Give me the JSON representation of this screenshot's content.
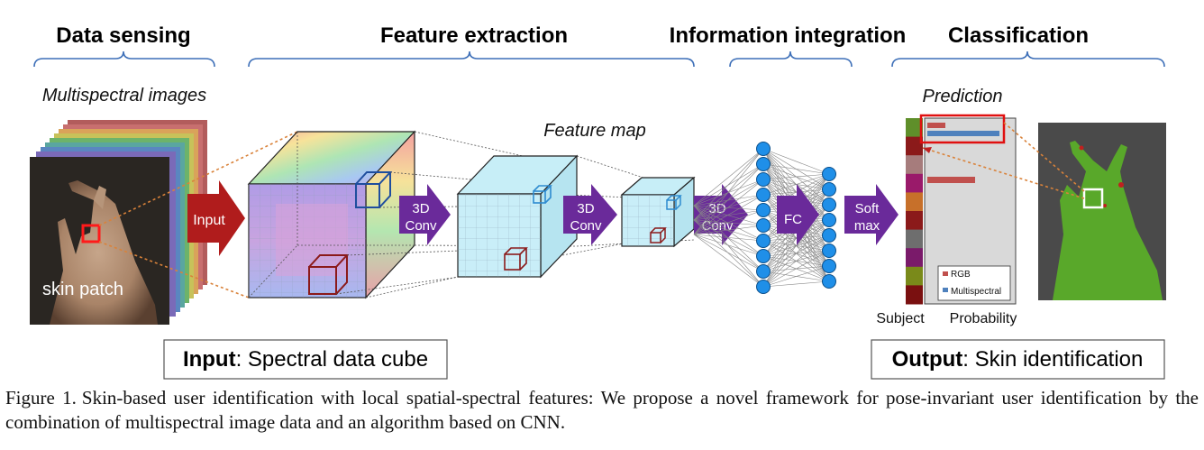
{
  "stages": {
    "data_sensing": "Data sensing",
    "feature_extraction": "Feature extraction",
    "information_integration": "Information integration",
    "classification": "Classification"
  },
  "labels": {
    "multispectral_images": "Multispectral images",
    "skin_patch": "skin patch",
    "feature_map": "Feature map",
    "prediction": "Prediction",
    "subject": "Subject",
    "probability": "Probability"
  },
  "arrows": {
    "input": "Input",
    "conv_a_line1": "3D",
    "conv_a_line2": "Conv",
    "conv_b_line1": "3D",
    "conv_b_line2": "Conv",
    "conv_c_line1": "3D",
    "conv_c_line2": "Conv",
    "fc": "FC",
    "softmax_line1": "Soft",
    "softmax_line2": "max"
  },
  "boxes": {
    "input_bold": "Input",
    "input_rest": ": Spectral data cube",
    "output_bold": "Output",
    "output_rest": ": Skin identification"
  },
  "legend": {
    "rgb": "RGB",
    "multispectral": "Multispectral"
  },
  "caption": {
    "label": "Figure 1.",
    "text": "Skin-based user identification with local spatial-spectral features: We propose a novel framework for pose-invariant user identification by the combination of multispectral image data and an algorithm based on CNN."
  },
  "colors": {
    "brace": "#3d6fb8",
    "input_arrow": "#b01c1c",
    "process_arrow": "#6a2a9a",
    "node": "#1f8fe8",
    "rgb_bar": "#c0504d",
    "multispectral_bar": "#4f81bd",
    "highlight": "#e01010"
  },
  "subject_colors": [
    "#5f8f2a",
    "#8b1a1a",
    "#a67c7c",
    "#9a1a6a",
    "#c7702a",
    "#8b1a1a",
    "#6e6e6e",
    "#7a1a6a",
    "#7a8a1a",
    "#7a1010"
  ]
}
